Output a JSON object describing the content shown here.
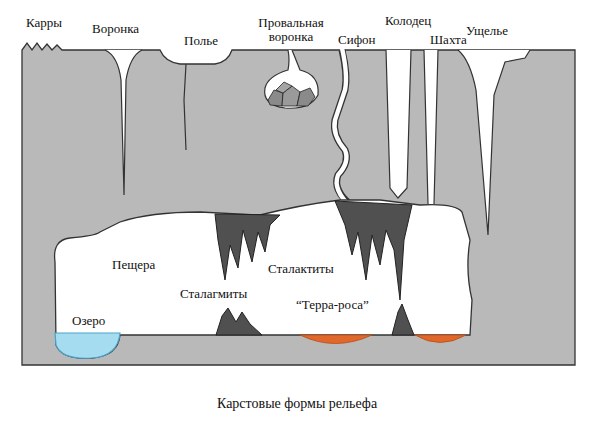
{
  "diagram": {
    "caption": "Карстовые формы рельефа",
    "labels": [
      "Карры",
      "Воронка",
      "Полье",
      "Провальная воронка",
      "Колодец",
      "Сифон",
      "Шахта",
      "Ущелье",
      "Пещера",
      "Сталактиты",
      "Сталагмиты",
      "“Терра-роса”",
      "Озеро"
    ]
  }
}
